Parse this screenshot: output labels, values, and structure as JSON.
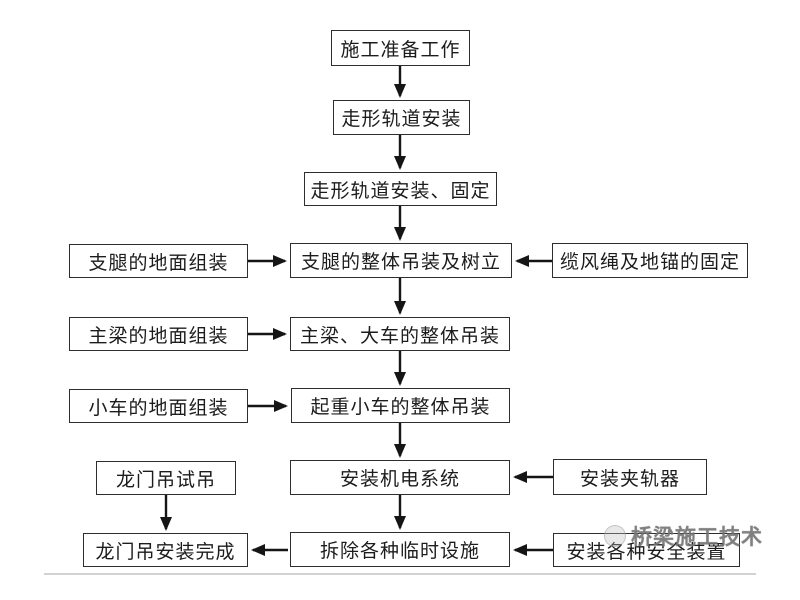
{
  "flowchart": {
    "nodes": {
      "prep": "施工准备工作",
      "track_install": "走形轨道安装",
      "track_fix": "走形轨道安装、固定",
      "leg_ground": "支腿的地面组装",
      "leg_hoist": "支腿的整体吊装及树立",
      "cable_anchor": "缆风绳及地锚的固定",
      "beam_ground": "主梁的地面组装",
      "beam_hoist": "主梁、大车的整体吊装",
      "trolley_ground": "小车的地面组装",
      "trolley_hoist": "起重小车的整体吊装",
      "test_lift": "龙门吊试吊",
      "electromech": "安装机电系统",
      "rail_clamp": "安装夹轨器",
      "complete": "龙门吊安装完成",
      "remove_temp": "拆除各种临时设施",
      "safety_devices": "安装各种安全装置"
    },
    "edges": [
      {
        "from": "prep",
        "to": "track_install"
      },
      {
        "from": "track_install",
        "to": "track_fix"
      },
      {
        "from": "track_fix",
        "to": "leg_hoist"
      },
      {
        "from": "leg_ground",
        "to": "leg_hoist"
      },
      {
        "from": "cable_anchor",
        "to": "leg_hoist"
      },
      {
        "from": "leg_hoist",
        "to": "beam_hoist"
      },
      {
        "from": "beam_ground",
        "to": "beam_hoist"
      },
      {
        "from": "beam_hoist",
        "to": "trolley_hoist"
      },
      {
        "from": "trolley_ground",
        "to": "trolley_hoist"
      },
      {
        "from": "trolley_hoist",
        "to": "electromech"
      },
      {
        "from": "rail_clamp",
        "to": "electromech"
      },
      {
        "from": "electromech",
        "to": "remove_temp"
      },
      {
        "from": "test_lift",
        "to": "complete"
      },
      {
        "from": "remove_temp",
        "to": "complete"
      },
      {
        "from": "safety_devices",
        "to": "remove_temp"
      }
    ]
  },
  "watermark": {
    "text": "桥梁施工技术"
  },
  "colors": {
    "box_border": "#2e2e2e",
    "arrow": "#151515",
    "separator_line": "#d2d2d2",
    "watermark_text": "#737373",
    "background": "#ffffff"
  }
}
